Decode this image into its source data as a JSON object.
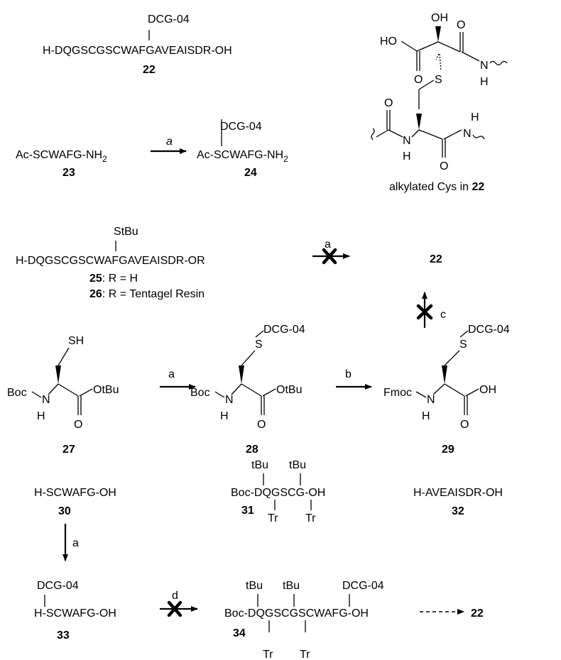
{
  "top": {
    "c22_seq": "H-DQGSCGSCWAFGAVEAISDR-OH",
    "c22_mod": "DCG-04",
    "c22_num": "22",
    "c23_seq": "Ac-SCWAFG-NH",
    "c23_sub": "2",
    "c23_num": "23",
    "step_a_label": "a",
    "c24_seq": "Ac-SCWAFG-NH",
    "c24_sub": "2",
    "c24_mod": "DCG-04",
    "c24_num": "24",
    "cys_atoms": {
      "ho": "HO",
      "oh": "OH",
      "o": "O",
      "s": "S",
      "n": "N",
      "h": "H"
    },
    "cys_caption_text": "alkylated Cys in ",
    "cys_caption_num": "22"
  },
  "route1": {
    "c25_mod": "StBu",
    "c25_seq": "H-DQGSCGSCWAFGAVEAISDR-OR",
    "c25_num": "25",
    "c25_def": ": R = H",
    "c26_num": "26",
    "c26_def": ": R = Tentagel Resin",
    "fail_label": "a",
    "target_num": "22"
  },
  "route2": {
    "c27_num": "27",
    "c28_num": "28",
    "c29_num": "29",
    "step_a": "a",
    "step_b": "b",
    "step_c": "c",
    "boc": "Boc",
    "fmoc": "Fmoc",
    "sh": "SH",
    "s": "S",
    "n": "N",
    "h": "H",
    "o": "O",
    "otbu": "OtBu",
    "oh": "OH",
    "mod": "DCG-04"
  },
  "route3": {
    "c30_seq": "H-SCWAFG-OH",
    "c30_num": "30",
    "c31_seq": "Boc-DQGSCG-OH",
    "c31_num": "31",
    "c32_seq": "H-AVEAISDR-OH",
    "c32_num": "32",
    "tbu": "tBu",
    "tr": "Tr",
    "step_a": "a",
    "c33_mod": "DCG-04",
    "c33_seq": "H-SCWAFG-OH",
    "c33_num": "33",
    "step_d": "d",
    "c34_seq": "Boc-DQGSCGSCWAFG-OH",
    "c34_num": "34",
    "c34_mod": "DCG-04",
    "target_num": "22"
  }
}
